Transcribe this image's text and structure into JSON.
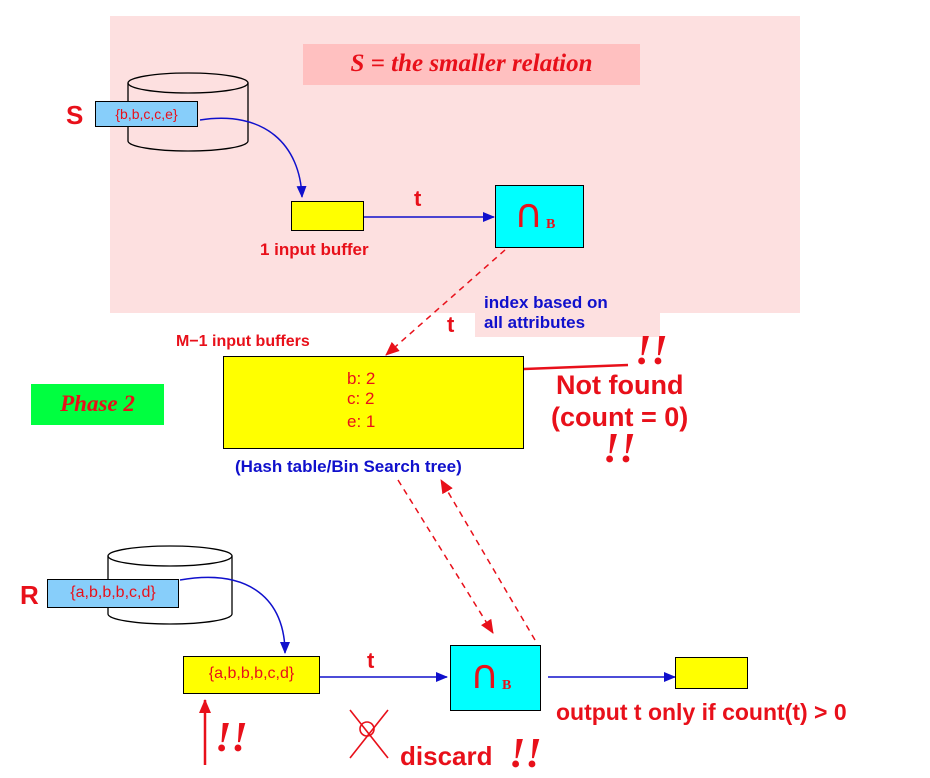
{
  "phase1": {
    "title": "S = the smaller relation",
    "relation_name": "S",
    "relation_tuples": "{b,b,c,c,e}",
    "buffer_label": "1 input buffer",
    "tuple_label": "t",
    "op_symbol": "∩",
    "op_subscript": "B"
  },
  "phase2": {
    "badge": "Phase 2",
    "index_note_line1": "index based on",
    "index_note_line2": "all attributes",
    "tuple_label": "t",
    "buffers_label": "M−1 input buffers",
    "counts": [
      "b: 2",
      "c: 2",
      "e: 1"
    ],
    "structure_label": "(Hash table/Bin Search tree)",
    "not_found_line1": "Not found",
    "not_found_line2": "(count = 0)",
    "exclaim": "!!"
  },
  "probe": {
    "relation_name": "R",
    "relation_tuples": "{a,b,b,b,c,d}",
    "buffer_tuples": "{a,b,b,b,c,d}",
    "tuple_label": "t",
    "op_symbol": "∩",
    "op_subscript": "B",
    "output_label": "output t only if count(t) > 0",
    "discard_label": "discard",
    "exclaim": "!!"
  },
  "colors": {
    "phase1_bg": "#fde0e0",
    "title_bg": "#ffc0c0",
    "buffer": "#ffff00",
    "operator": "#00ffff",
    "relation_label_bg": "#87cefa",
    "phase_badge": "#00ff40",
    "red": "#e8101a",
    "blue": "#1010cc"
  }
}
